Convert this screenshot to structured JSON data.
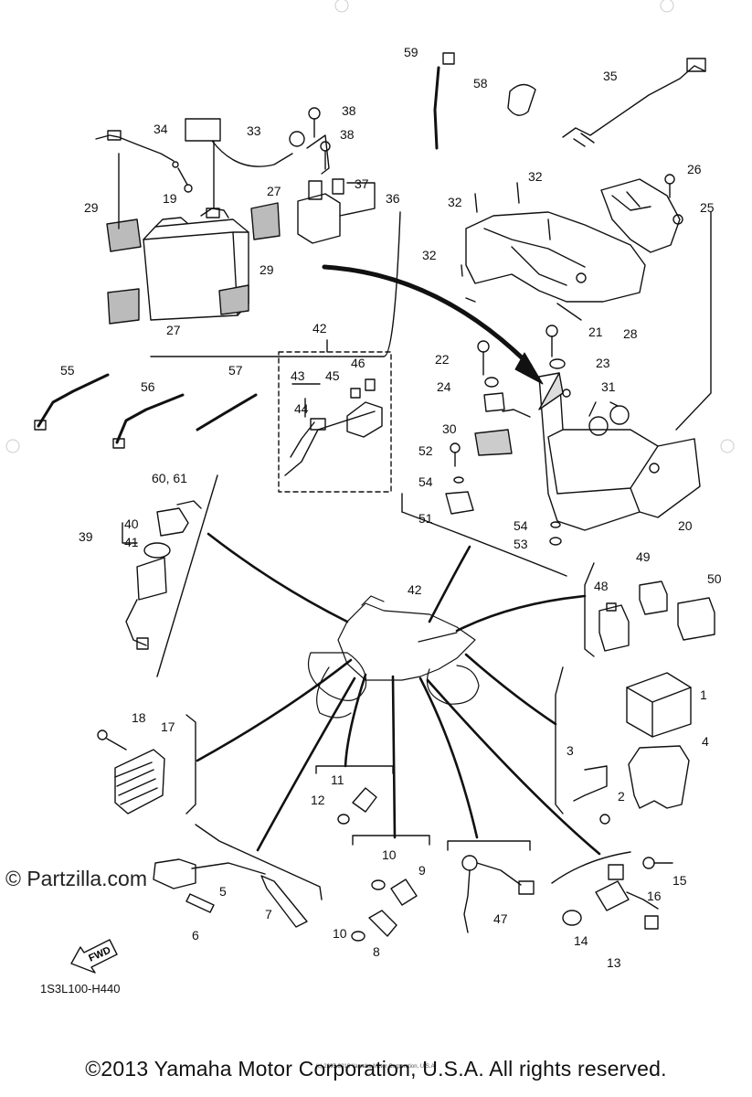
{
  "diagram_code": "1S3L100-H440",
  "copyright": "©2013 Yamaha Motor Corporation, U.S.A. All rights reserved.",
  "fine_print": "(c) 2005-2016 Yamaha Motor Corporation, U.S.A.",
  "watermark": "© Partzilla.com",
  "fwd_label": "FWD",
  "callouts": {
    "c1": "1",
    "c2": "2",
    "c3": "3",
    "c4": "4",
    "c5": "5",
    "c6": "6",
    "c7": "7",
    "c8": "8",
    "c9": "9",
    "c10a": "10",
    "c10b": "10",
    "c11": "11",
    "c12": "12",
    "c13": "13",
    "c14": "14",
    "c15": "15",
    "c16": "16",
    "c17": "17",
    "c18": "18",
    "c19": "19",
    "c20": "20",
    "c21": "21",
    "c22": "22",
    "c23": "23",
    "c24": "24",
    "c25": "25",
    "c26": "26",
    "c27a": "27",
    "c27b": "27",
    "c28": "28",
    "c29a": "29",
    "c29b": "29",
    "c30": "30",
    "c31": "31",
    "c32a": "32",
    "c32b": "32",
    "c32c": "32",
    "c33": "33",
    "c34": "34",
    "c35": "35",
    "c36": "36",
    "c37": "37",
    "c38a": "38",
    "c38b": "38",
    "c39": "39",
    "c40": "40",
    "c41": "41",
    "c42a": "42",
    "c42b": "42",
    "c43": "43",
    "c44": "44",
    "c45": "45",
    "c46": "46",
    "c47": "47",
    "c48": "48",
    "c49": "49",
    "c50": "50",
    "c51": "51",
    "c52": "52",
    "c53": "53",
    "c54a": "54",
    "c54b": "54",
    "c55": "55",
    "c56": "56",
    "c57": "57",
    "c58": "58",
    "c59": "59",
    "c60": "60, 61"
  }
}
